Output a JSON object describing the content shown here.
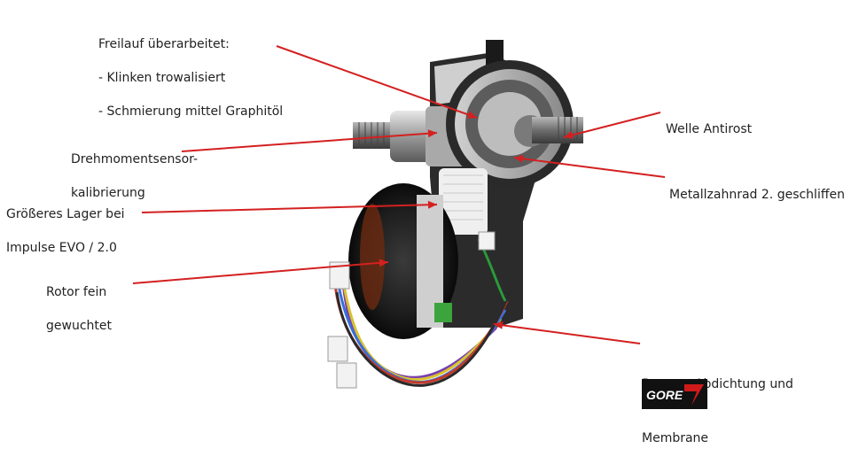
{
  "annotations": [
    {
      "id": "freilauf",
      "lines": [
        "Freilauf überarbeitet:",
        "- Klinken trowalisiert",
        "- Schmierung mittel Graphitöl"
      ]
    },
    {
      "id": "drehmoment",
      "lines": [
        "Drehmomentsensor-",
        "kalibrierung"
      ]
    },
    {
      "id": "lager",
      "lines": [
        "Größeres Lager bei",
        "Impulse EVO / 2.0"
      ]
    },
    {
      "id": "rotor",
      "lines": [
        "Rotor fein",
        "gewuchtet"
      ]
    },
    {
      "id": "welle",
      "lines": [
        "Welle Antirost"
      ]
    },
    {
      "id": "zahnrad",
      "lines": [
        "Metallzahnrad 2. geschliffen"
      ]
    },
    {
      "id": "abdichtung_top",
      "lines": [
        "Bessere Abdichtung und"
      ]
    },
    {
      "id": "abdichtung_bottom",
      "lines": [
        "Membrane"
      ]
    }
  ],
  "logo": {
    "text": "GORE",
    "background": "#111111",
    "accent": "#d01a1a"
  },
  "colors": {
    "arrow": "#d42020",
    "text": "#222222"
  }
}
